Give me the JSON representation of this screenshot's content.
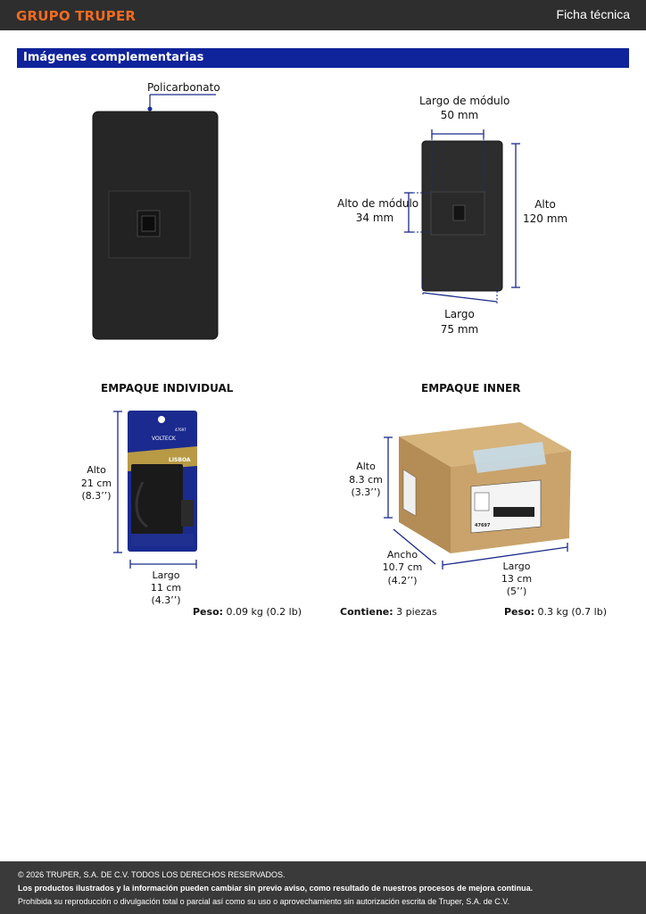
{
  "header": {
    "brand": "GRUPO TRUPER",
    "doc_type": "Ficha técnica"
  },
  "section": {
    "title": "Imágenes complementarias"
  },
  "product": {
    "material_label": "Policarbonato"
  },
  "dimensions": {
    "module_length_label": "Largo de módulo",
    "module_length_value": "50 mm",
    "module_height_label": "Alto de módulo",
    "module_height_value": "34 mm",
    "height_label": "Alto",
    "height_value": "120 mm",
    "length_label": "Largo",
    "length_value": "75 mm"
  },
  "individual": {
    "heading": "EMPAQUE INDIVIDUAL",
    "height_label": "Alto",
    "height_cm": "21 cm",
    "height_in": "(8.3’’)",
    "length_label": "Largo",
    "length_cm": "11 cm",
    "length_in": "(4.3’’)",
    "weight_label": "Peso:",
    "weight_value": "0.09 kg (0.2 lb)",
    "pack_brand": "VOLTECK",
    "pack_line": "LISBOA",
    "pack_code": "47697"
  },
  "inner": {
    "heading": "EMPAQUE INNER",
    "height_label": "Alto",
    "height_cm": "8.3 cm",
    "height_in": "(3.3’’)",
    "width_label": "Ancho",
    "width_cm": "10.7 cm",
    "width_in": "(4.2’’)",
    "length_label": "Largo",
    "length_cm": "13 cm",
    "length_in": "(5’’)",
    "contains_label": "Contiene:",
    "contains_value": "3 piezas",
    "weight_label": "Peso:",
    "weight_value": "0.3 kg (0.7 lb)",
    "box_code": "47697"
  },
  "footer": {
    "copyright": "© 2026 TRUPER, S.A. DE C.V. TODOS LOS DERECHOS RESERVADOS.",
    "notice": "Los productos ilustrados y la información pueden cambiar sin previo aviso, como resultado de nuestros procesos de mejora continua.",
    "prohibition": "Prohibida su reproducción o divulgación total o parcial así como su uso o aprovechamiento sin autorización escrita de Truper, S.A. de C.V."
  },
  "colors": {
    "brand_orange": "#f26b21",
    "section_blue": "#0f239a",
    "dimension_blue": "#1a2a8c",
    "header_dark": "#2e2e2e",
    "cardboard": "#c9a36b"
  }
}
